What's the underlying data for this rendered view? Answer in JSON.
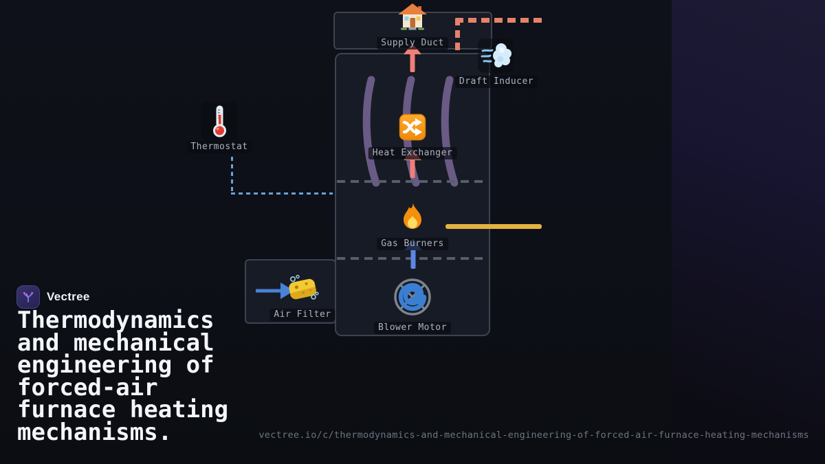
{
  "brand": {
    "name": "Vectree",
    "logo_icon": "vectree-logo-icon",
    "accent_color": "#8a7cf0",
    "logo_dot_color": "#cf5fe8"
  },
  "title": {
    "text": "Thermodynamics and mechanical engineering of forced-air furnace heating mechanisms."
  },
  "footer": {
    "url": "vectree.io/c/thermodynamics-and-mechanical-engineering-of-forced-air-furnace-heating-mechanisms"
  },
  "diagram": {
    "nodes": [
      {
        "id": "supply-duct",
        "label": "Supply Duct",
        "icon": "house-icon"
      },
      {
        "id": "draft-inducer",
        "label": "Draft Inducer",
        "icon": "wind-icon"
      },
      {
        "id": "heat-exchanger",
        "label": "Heat Exchanger",
        "icon": "shuffle-icon"
      },
      {
        "id": "thermostat",
        "label": "Thermostat",
        "icon": "thermometer-icon"
      },
      {
        "id": "gas-burners",
        "label": "Gas Burners",
        "icon": "fire-icon"
      },
      {
        "id": "air-filter",
        "label": "Air Filter",
        "icon": "sponge-icon"
      },
      {
        "id": "blower-motor",
        "label": "Blower Motor",
        "icon": "fan-icon"
      }
    ],
    "edges": [
      {
        "from": "blower-motor",
        "to": "gas-burners",
        "style": "solid-arrow",
        "color": "#5b87e5"
      },
      {
        "from": "gas-burners",
        "to": "heat-exchanger",
        "style": "solid-arrow",
        "color": "#f07f76"
      },
      {
        "from": "heat-exchanger",
        "to": "supply-duct",
        "style": "solid-arrow",
        "color": "#f07f76"
      },
      {
        "from": "air-filter",
        "to": "blower-motor",
        "style": "solid-arrow",
        "color": "#4a82d8"
      },
      {
        "from": "thermostat",
        "to": "furnace",
        "style": "dotted",
        "color": "#6aa2d8"
      },
      {
        "from": "draft-inducer",
        "to": "exhaust",
        "style": "dashed",
        "color": "#e7826a"
      },
      {
        "from": "gas-supply",
        "to": "gas-burners",
        "style": "solid",
        "color": "#e3b341"
      }
    ],
    "colors": {
      "cabinet_fill": "#171b25",
      "cabinet_border": "#3d4350",
      "tube": "#695b85",
      "separator": "#575e69"
    }
  }
}
